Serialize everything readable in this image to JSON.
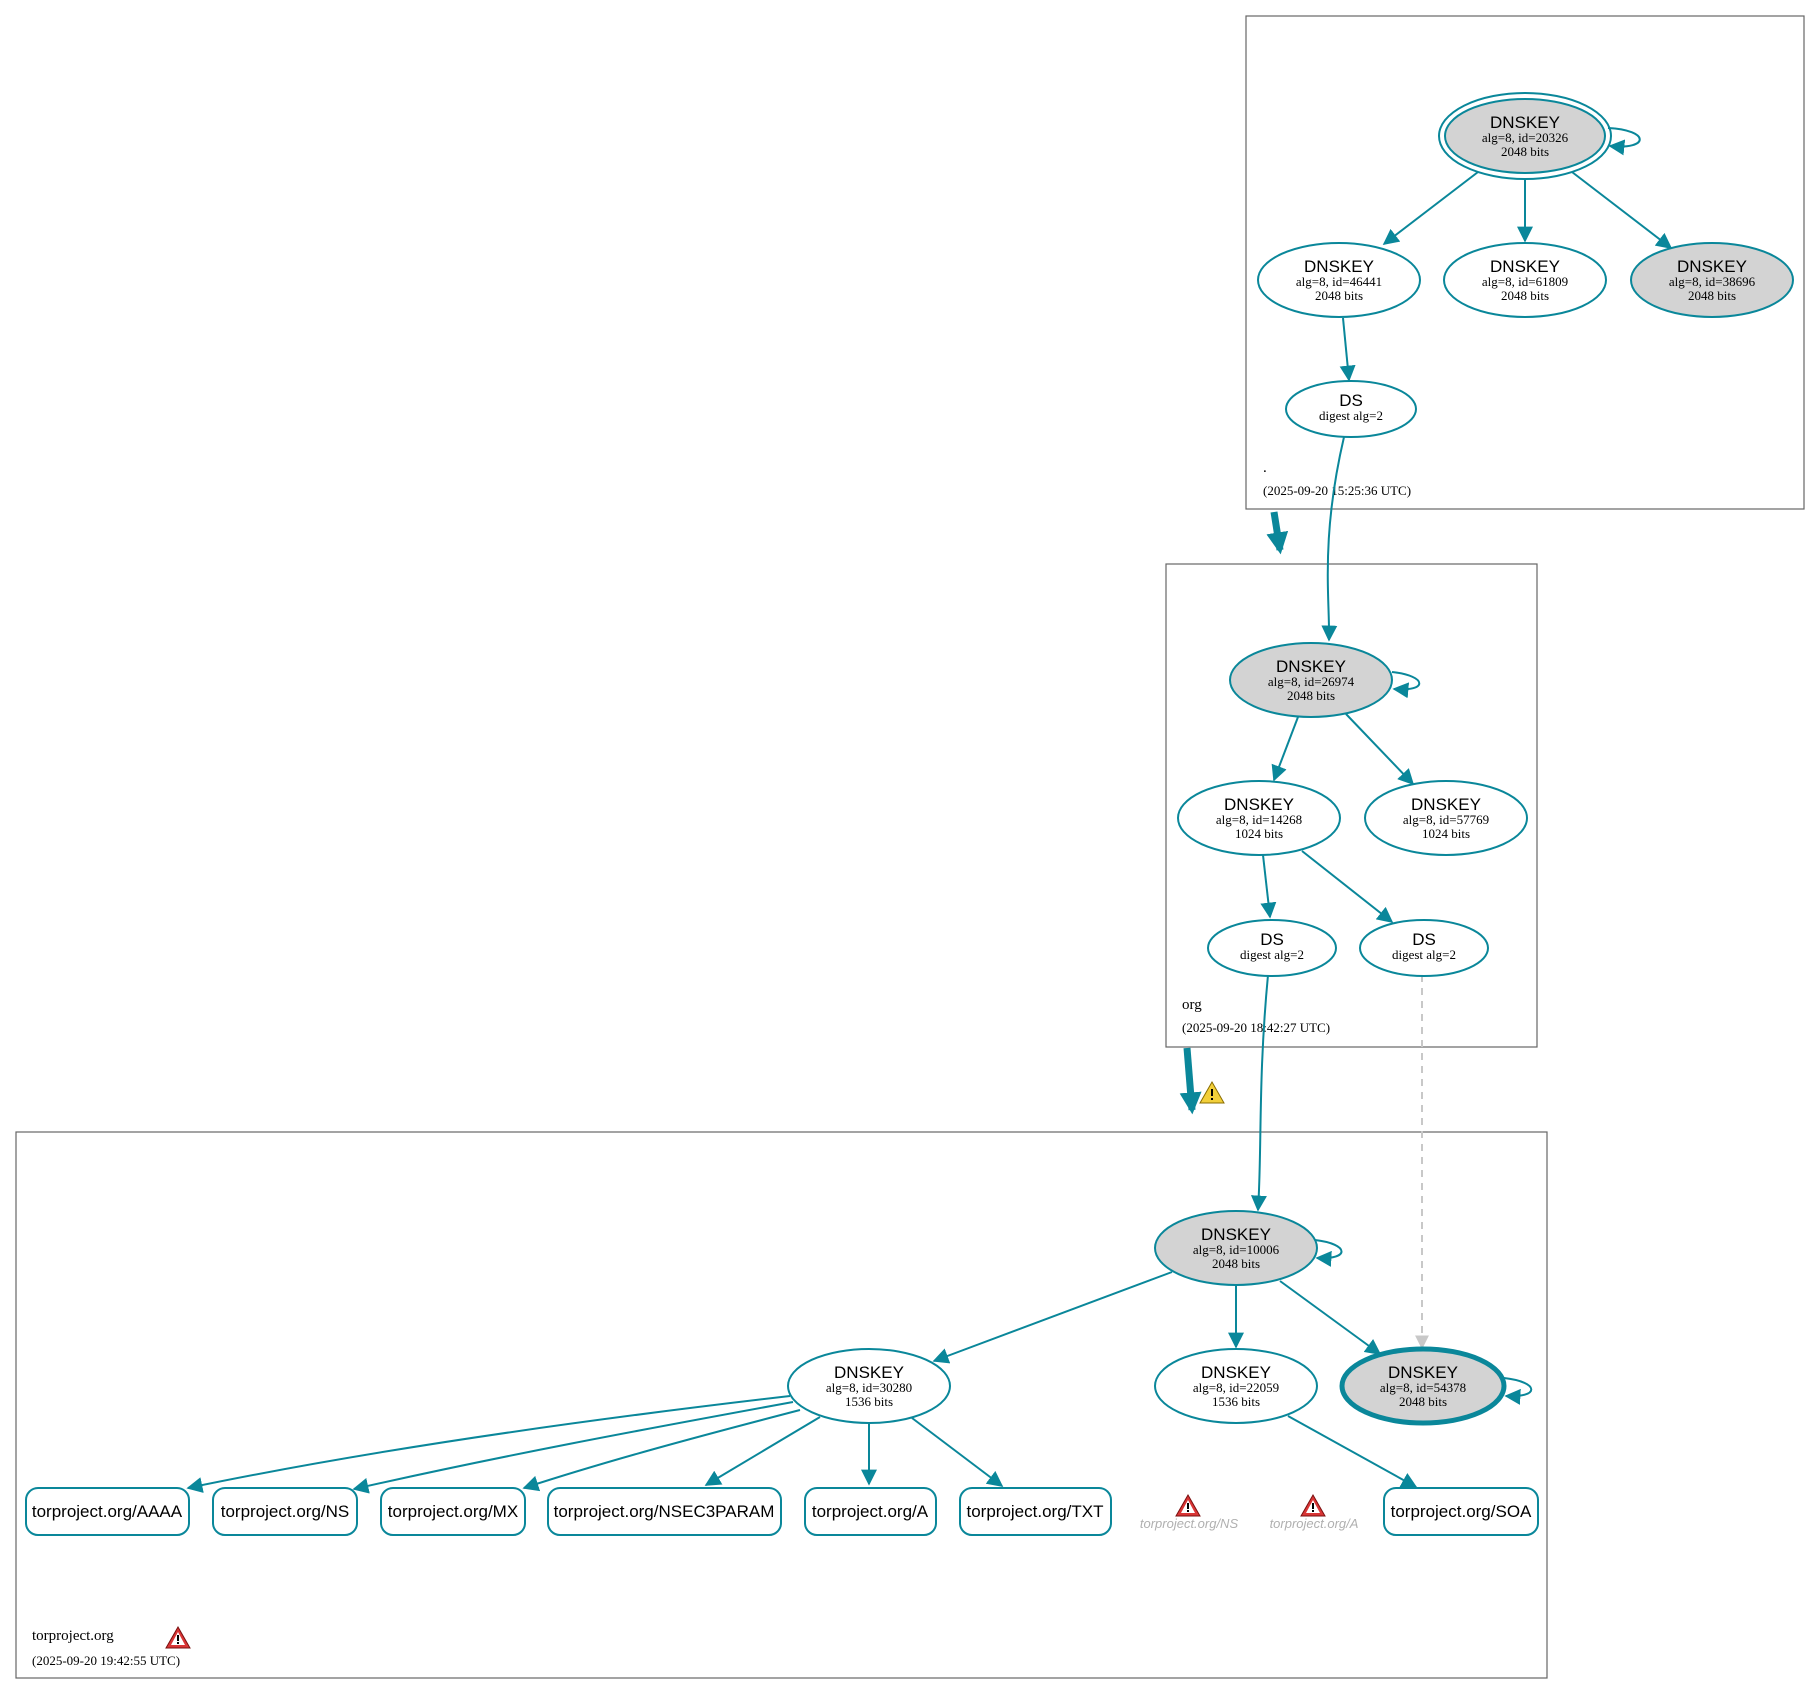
{
  "zones": {
    "root": {
      "name": ".",
      "timestamp": "(2025-09-20 15:25:36 UTC)"
    },
    "org": {
      "name": "org",
      "timestamp": "(2025-09-20 18:42:27 UTC)"
    },
    "torproject": {
      "name": "torproject.org",
      "timestamp": "(2025-09-20 19:42:55 UTC)"
    }
  },
  "nodes": {
    "root_ksk": {
      "type": "DNSKEY",
      "detail": "alg=8, id=20326",
      "size": "2048 bits"
    },
    "root_zsk1": {
      "type": "DNSKEY",
      "detail": "alg=8, id=46441",
      "size": "2048 bits"
    },
    "root_zsk2": {
      "type": "DNSKEY",
      "detail": "alg=8, id=61809",
      "size": "2048 bits"
    },
    "root_ksk2": {
      "type": "DNSKEY",
      "detail": "alg=8, id=38696",
      "size": "2048 bits"
    },
    "root_ds": {
      "type": "DS",
      "detail": "digest alg=2"
    },
    "org_ksk": {
      "type": "DNSKEY",
      "detail": "alg=8, id=26974",
      "size": "2048 bits"
    },
    "org_zsk1": {
      "type": "DNSKEY",
      "detail": "alg=8, id=14268",
      "size": "1024 bits"
    },
    "org_zsk2": {
      "type": "DNSKEY",
      "detail": "alg=8, id=57769",
      "size": "1024 bits"
    },
    "org_ds1": {
      "type": "DS",
      "detail": "digest alg=2"
    },
    "org_ds2": {
      "type": "DS",
      "detail": "digest alg=2"
    },
    "tp_ksk": {
      "type": "DNSKEY",
      "detail": "alg=8, id=10006",
      "size": "2048 bits"
    },
    "tp_zsk1": {
      "type": "DNSKEY",
      "detail": "alg=8, id=30280",
      "size": "1536 bits"
    },
    "tp_zsk2": {
      "type": "DNSKEY",
      "detail": "alg=8, id=22059",
      "size": "1536 bits"
    },
    "tp_ksk2": {
      "type": "DNSKEY",
      "detail": "alg=8, id=54378",
      "size": "2048 bits"
    }
  },
  "rrsets": {
    "aaaa": "torproject.org/AAAA",
    "ns": "torproject.org/NS",
    "mx": "torproject.org/MX",
    "nsec3param": "torproject.org/NSEC3PARAM",
    "a": "torproject.org/A",
    "txt": "torproject.org/TXT",
    "soa": "torproject.org/SOA"
  },
  "missing": {
    "ns": "torproject.org/NS",
    "a": "torproject.org/A"
  },
  "colors": {
    "edge": "#0a879a",
    "secure_fill": "#d3d3d3",
    "missing_text": "#b0b0b0",
    "warning_yellow": "#f2cf3a",
    "error_red": "#d93535"
  }
}
